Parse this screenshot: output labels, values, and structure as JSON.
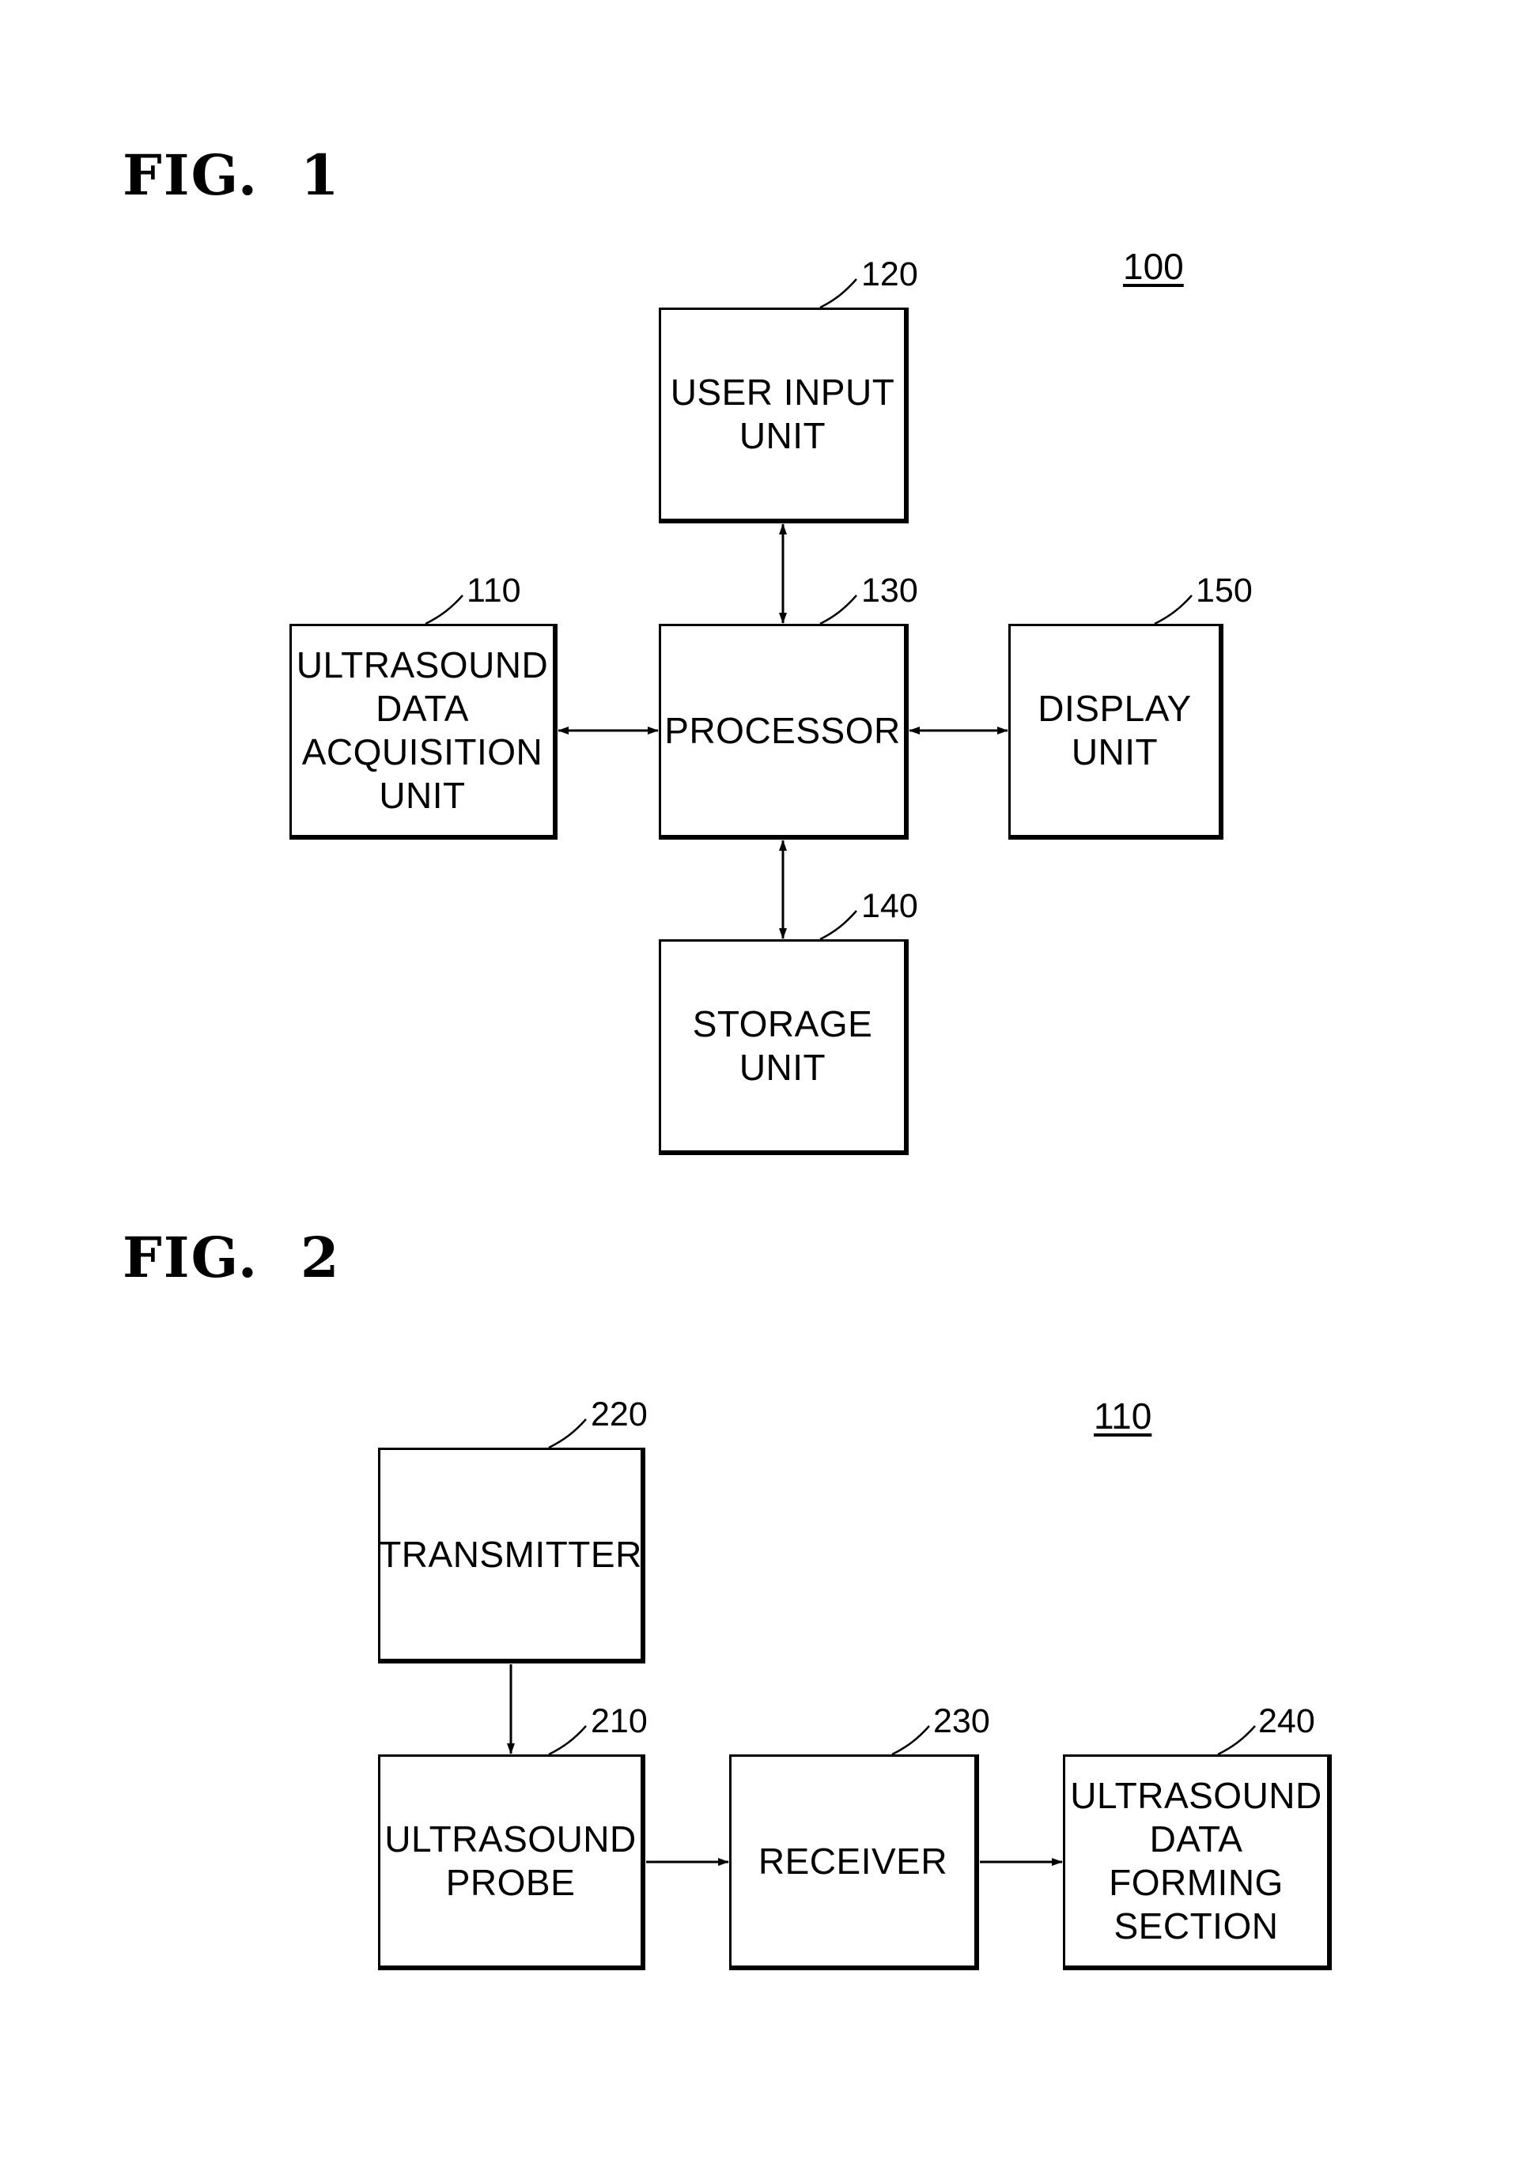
{
  "fig1": {
    "title": "FIG.  1",
    "ref": "100",
    "blocks": {
      "user_input": {
        "label": "USER INPUT\nUNIT",
        "ref": "120"
      },
      "ultrasound_acq": {
        "label": "ULTRASOUND\nDATA\nACQUISITION\nUNIT",
        "ref": "110"
      },
      "processor": {
        "label": "PROCESSOR",
        "ref": "130"
      },
      "display": {
        "label": "DISPLAY\nUNIT",
        "ref": "150"
      },
      "storage": {
        "label": "STORAGE\nUNIT",
        "ref": "140"
      }
    }
  },
  "fig2": {
    "title": "FIG.  2",
    "ref": "110",
    "blocks": {
      "transmitter": {
        "label": "TRANSMITTER",
        "ref": "220"
      },
      "probe": {
        "label": "ULTRASOUND\nPROBE",
        "ref": "210"
      },
      "receiver": {
        "label": "RECEIVER",
        "ref": "230"
      },
      "forming": {
        "label": "ULTRASOUND\nDATA\nFORMING\nSECTION",
        "ref": "240"
      }
    }
  }
}
